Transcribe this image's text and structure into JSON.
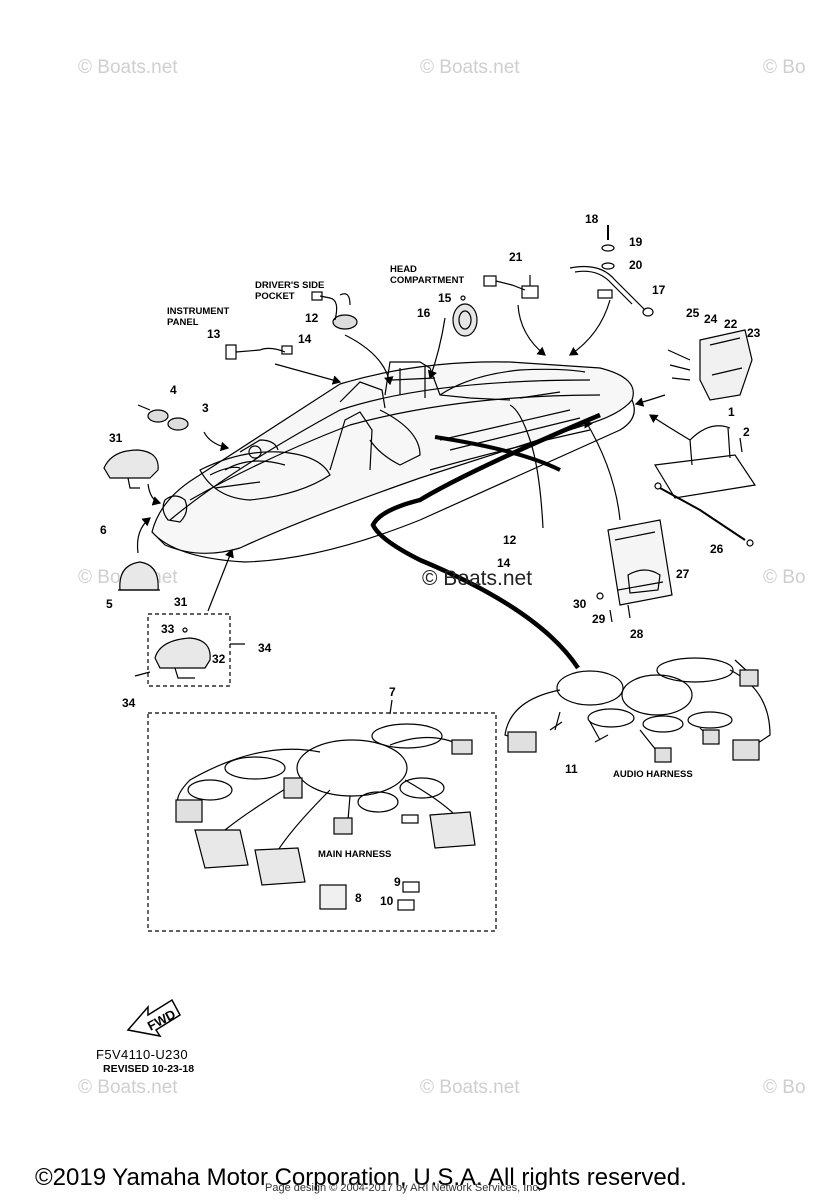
{
  "watermarks": [
    "© Boats.net",
    "© Boats.net",
    "© Bo",
    "© Boats.net",
    "© Bo",
    "© Boats.net",
    "© Boats.net",
    "© Bo"
  ],
  "center_watermark": "© Boats.net",
  "labels": {
    "instrument_panel": [
      "INSTRUMENT",
      "PANEL"
    ],
    "drivers_side_pocket": [
      "DRIVER'S SIDE",
      "POCKET"
    ],
    "head_compartment": [
      "HEAD",
      "COMPARTMENT"
    ],
    "main_harness": "MAIN HARNESS",
    "audio_harness": "AUDIO HARNESS"
  },
  "callouts": {
    "c1": "1",
    "c2": "2",
    "c3": "3",
    "c4": "4",
    "c5": "5",
    "c6": "6",
    "c7": "7",
    "c8": "8",
    "c9": "9",
    "c10": "10",
    "c11": "11",
    "c12a": "12",
    "c12b": "12",
    "c13": "13",
    "c14a": "14",
    "c14b": "14",
    "c15": "15",
    "c16": "16",
    "c17": "17",
    "c18": "18",
    "c19": "19",
    "c20": "20",
    "c21": "21",
    "c22": "22",
    "c23": "23",
    "c24": "24",
    "c25": "25",
    "c26": "26",
    "c27": "27",
    "c28": "28",
    "c29": "29",
    "c30": "30",
    "c31a": "31",
    "c31b": "31",
    "c32": "32",
    "c33": "33",
    "c34a": "34",
    "c34b": "34"
  },
  "fwd_label": "FWD",
  "diagram_code": "F5V4110-U230",
  "revised": "REVISED 10-23-18",
  "copyright": "©2019 Yamaha Motor Corporation, U.S.A. All rights reserved.",
  "credit": "Page design © 2004-2017 by ARI Network Services, Inc."
}
